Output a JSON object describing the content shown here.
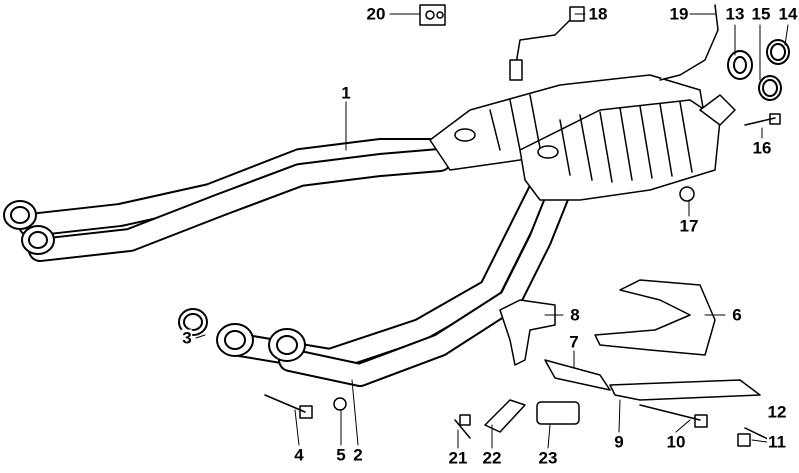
{
  "diagram": {
    "title": "Exhaust system parts diagram",
    "callouts": [
      "1",
      "2",
      "3",
      "4",
      "5",
      "6",
      "7",
      "8",
      "9",
      "10",
      "11",
      "12",
      "13",
      "14",
      "15",
      "16",
      "17",
      "18",
      "19",
      "20",
      "21",
      "22",
      "23"
    ]
  },
  "colors": {
    "ink": "#000000",
    "paper": "#ffffff"
  }
}
